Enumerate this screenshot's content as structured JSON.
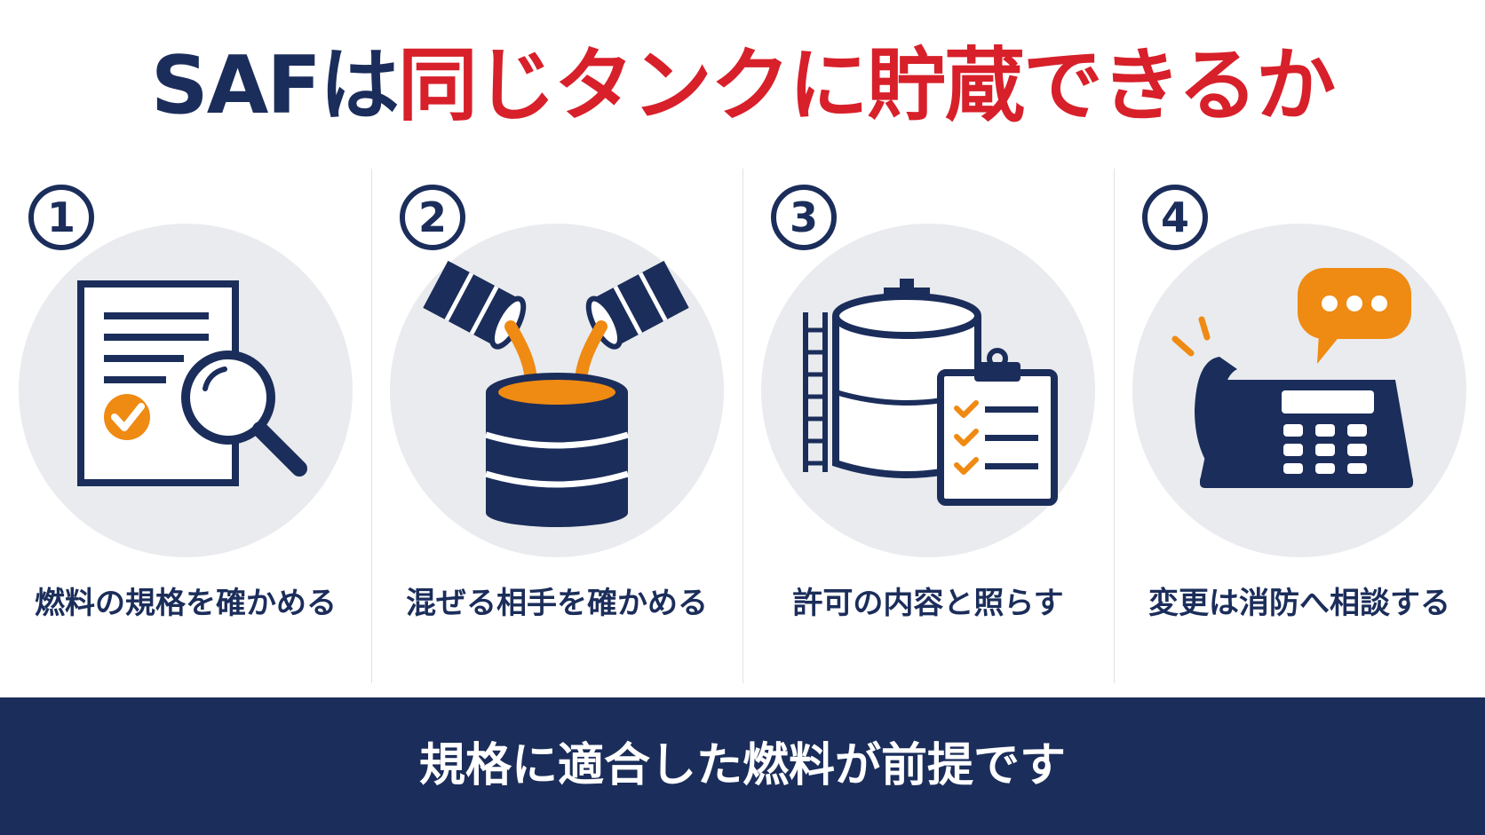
{
  "title": {
    "lead": "SAFは",
    "emphasis": "同じタンクに貯蔵できるか"
  },
  "steps": [
    {
      "number": "1",
      "label": "燃料の規格を確かめる",
      "icon": "document-magnifier-icon"
    },
    {
      "number": "2",
      "label": "混ぜる相手を確かめる",
      "icon": "fuel-mixing-icon"
    },
    {
      "number": "3",
      "label": "許可の内容と照らす",
      "icon": "storage-tank-checklist-icon"
    },
    {
      "number": "4",
      "label": "変更は消防へ相談する",
      "icon": "phone-consult-icon"
    }
  ],
  "footer": {
    "text": "規格に適合した燃料が前提です"
  },
  "colors": {
    "navy": "#1b2d5a",
    "red": "#d7202a",
    "orange": "#ef8a12",
    "circle_bg": "#e9ebee"
  }
}
